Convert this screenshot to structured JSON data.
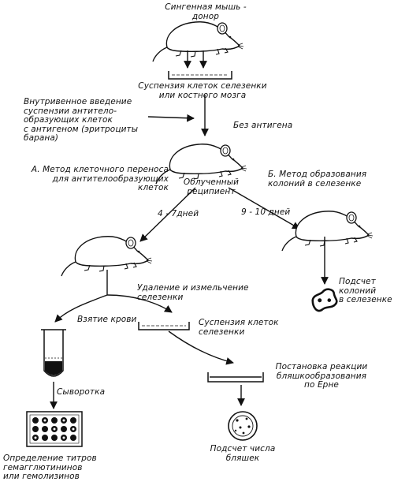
{
  "labels": {
    "donor": "Сингенная мышь -\nдонор",
    "suspension_spleen_marrow": "Суспензия клеток селезенки\nили костного мозга",
    "injection": "Внутривенное введение\nсуспензии антитело-\nобразующих клеток\nс антигеном (эритроциты\nбарана)",
    "no_antigen": "Без антигена",
    "method_a": "А. Метод клеточного переноса\nдля антителообразующих\nклеток",
    "recipient": "Облученный\nреципиент",
    "method_b": "Б. Метод образования\nколоний в селезенке",
    "days_4_7": "4 - 7дней",
    "days_9_10": "9 - 10 дней",
    "spleen_removal": "Удаление и измельчение\nселезенки",
    "colony_count": "Подсчет\nколоний\nв селезенке",
    "blood_draw": "Взятие крови",
    "cell_suspension": "Суспензия клеток\nселезенки",
    "serum": "Сыворотка",
    "jerne": "Постановка реакции\nбляшкообразования\nпо Ерне",
    "plaque_count": "Подсчет числа\nбляшек",
    "titer": "Определение титров\nгемагглютининов\nили гемолизинов"
  }
}
